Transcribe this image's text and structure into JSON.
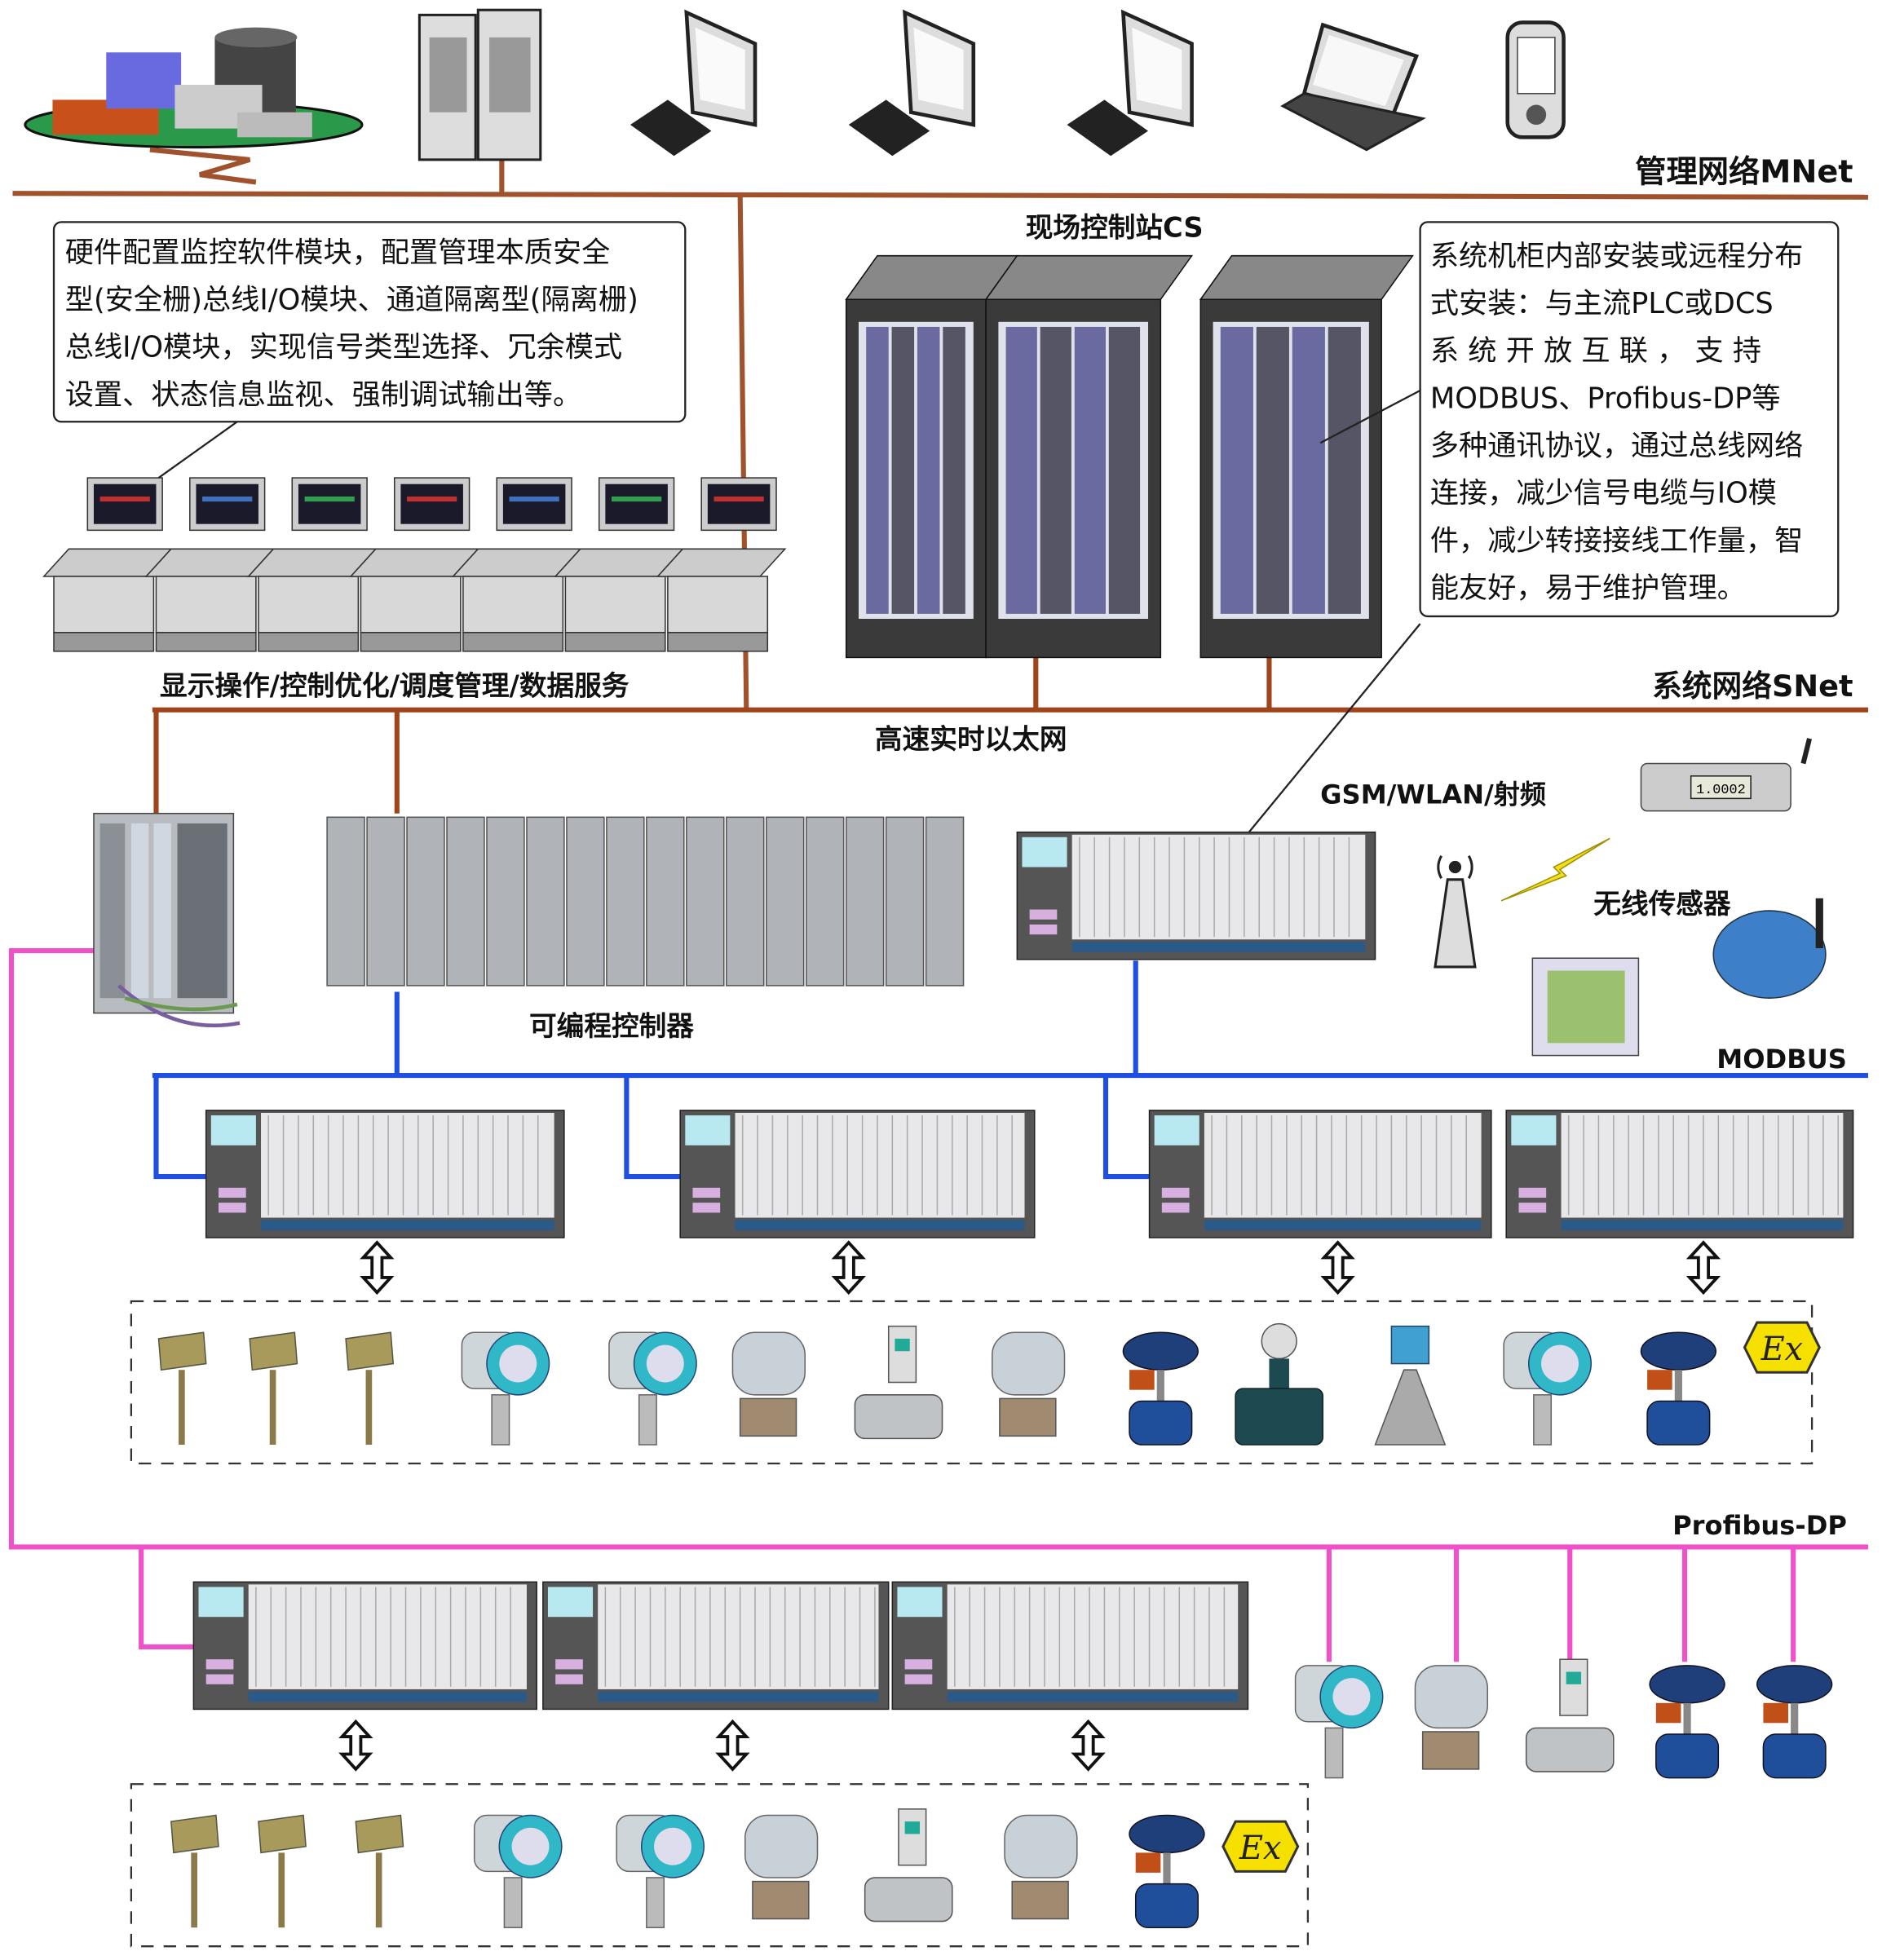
{
  "networks": {
    "mnet": "管理网络MNet",
    "snet": "系统网络SNet",
    "ethernet": "高速实时以太网",
    "modbus": "MODBUS",
    "profibus": "Profibus-DP",
    "colors": {
      "mnet": "#a0522d",
      "snet": "#a0441c",
      "modbus": "#1f4fe0",
      "profibus": "#f050c8"
    }
  },
  "labels": {
    "control_station": "现场控制站CS",
    "operator_stations": "显示操作/控制优化/调度管理/数据服务",
    "wireless": "GSM/WLAN/射频",
    "wireless_sensor": "无线传感器",
    "plc": "可编程控制器",
    "ex_mark": "Ex"
  },
  "callout_left": {
    "lines": [
      "硬件配置监控软件模块，配置管理本质安全",
      "型(安全栅)总线I/O模块、通道隔离型(隔离栅)",
      "总线I/O模块，实现信号类型选择、冗余模式",
      "设置、状态信息监视、强制调试输出等。"
    ]
  },
  "callout_right": {
    "lines": [
      "系统机柜内部安装或远程分布",
      "式安装：与主流PLC或DCS",
      "系 统 开 放 互 联 ， 支 持",
      "MODBUS、Profibus-DP等",
      "多种通讯协议，通过总线网络",
      "连接，减少信号电缆与IO模",
      "件，减少转接接线工作量，智",
      "能友好，易于维护管理。"
    ]
  },
  "top_devices": [
    "plant-icon",
    "server-icon",
    "workstation-icon",
    "workstation-icon",
    "workstation-icon",
    "laptop-icon",
    "pda-icon"
  ],
  "modbus_field_devices": [
    "thermocouple",
    "thermocouple",
    "thermocouple",
    "pressure-transmitter",
    "pressure-transmitter",
    "dp-transmitter",
    "flowmeter",
    "dp-transmitter",
    "control-valve",
    "magnetic-flowmeter",
    "radar-level",
    "pressure-transmitter",
    "control-valve",
    "ex-mark"
  ],
  "profibus_field_devices": [
    "thermocouple",
    "thermocouple",
    "thermocouple",
    "pressure-transmitter",
    "pressure-transmitter",
    "dp-transmitter",
    "flowmeter",
    "dp-transmitter",
    "control-valve",
    "ex-mark"
  ],
  "profibus_direct_devices": [
    "pressure-transmitter",
    "dp-transmitter",
    "flowmeter",
    "control-valve",
    "control-valve"
  ],
  "wireless_display_value": "1.0002"
}
